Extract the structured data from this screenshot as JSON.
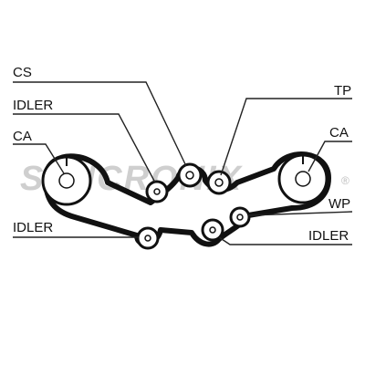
{
  "watermark": {
    "brand": "SYNCRONIX",
    "registered": "®"
  },
  "labels": {
    "cs": "CS",
    "idler_top_left": "IDLER",
    "ca_left": "CA",
    "idler_bottom_left": "IDLER",
    "tp": "TP",
    "ca_right": "CA",
    "wp": "WP",
    "idler_bottom_right": "IDLER"
  }
}
